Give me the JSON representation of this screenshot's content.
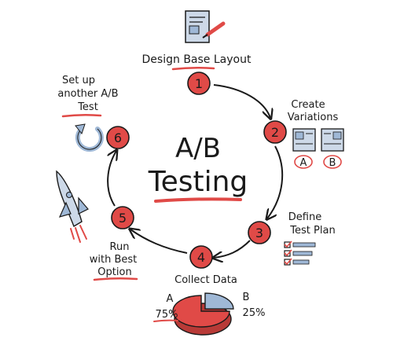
{
  "title_line1": "A/B",
  "title_line2": "Testing",
  "colors": {
    "accent": "#e04a47",
    "ink": "#1a1a1a",
    "blue_fill": "#9fb8d6",
    "blue_light": "#cdd9e8"
  },
  "steps": [
    {
      "number": "1",
      "lines": [
        "Design Base Layout"
      ],
      "icon": "layout-sketch-icon"
    },
    {
      "number": "2",
      "lines": [
        "Create",
        "Variations"
      ],
      "icon": "variations-icon"
    },
    {
      "number": "3",
      "lines": [
        "Define",
        "Test Plan"
      ],
      "icon": "checklist-icon"
    },
    {
      "number": "4",
      "lines": [
        "Collect Data"
      ],
      "icon": "pie-chart-icon"
    },
    {
      "number": "5",
      "lines": [
        "Run",
        "with Best",
        "Option"
      ],
      "icon": "rocket-icon"
    },
    {
      "number": "6",
      "lines": [
        "Set up",
        "another A/B",
        "Test"
      ],
      "icon": "repeat-icon"
    }
  ],
  "variation_labels": {
    "a": "A",
    "b": "B"
  },
  "pie": {
    "a_label": "A",
    "a_value": "75%",
    "a_share": 0.75,
    "b_label": "B",
    "b_value": "25%",
    "b_share": 0.25
  }
}
